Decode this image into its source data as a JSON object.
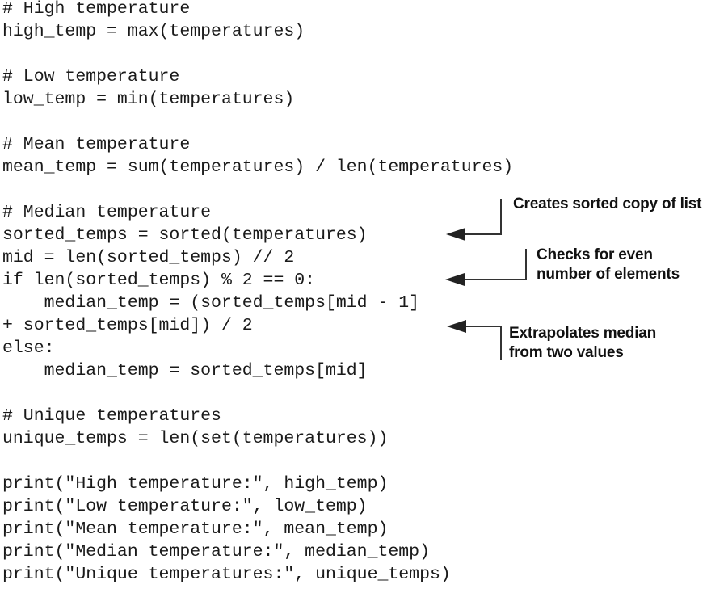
{
  "code": {
    "language": "python",
    "lines": [
      "# High temperature",
      "high_temp = max(temperatures)",
      "",
      "# Low temperature",
      "low_temp = min(temperatures)",
      "",
      "# Mean temperature",
      "mean_temp = sum(temperatures) / len(temperatures)",
      "",
      "# Median temperature",
      "sorted_temps = sorted(temperatures)",
      "mid = len(sorted_temps) // 2",
      "if len(sorted_temps) % 2 == 0:",
      "    median_temp = (sorted_temps[mid - 1]",
      "+ sorted_temps[mid]) / 2",
      "else:",
      "    median_temp = sorted_temps[mid]",
      "",
      "# Unique temperatures",
      "unique_temps = len(set(temperatures))",
      "",
      "print(\"High temperature:\", high_temp)",
      "print(\"Low temperature:\", low_temp)",
      "print(\"Mean temperature:\", mean_temp)",
      "print(\"Median temperature:\", median_temp)",
      "print(\"Unique temperatures:\", unique_temps)"
    ]
  },
  "annotations": [
    {
      "target": "sorted_temps = sorted(temperatures)",
      "lines": [
        "Creates sorted copy of list"
      ]
    },
    {
      "target": "if len(sorted_temps) % 2 == 0:",
      "lines": [
        "Checks for even",
        "number of elements"
      ]
    },
    {
      "target": "+ sorted_temps[mid]) / 2",
      "lines": [
        "Extrapolates median",
        "from two values"
      ]
    }
  ],
  "colors": {
    "background": "#ffffff",
    "code_text": "#1a1a1a",
    "annotation_text": "#111111",
    "arrow": "#333333"
  }
}
